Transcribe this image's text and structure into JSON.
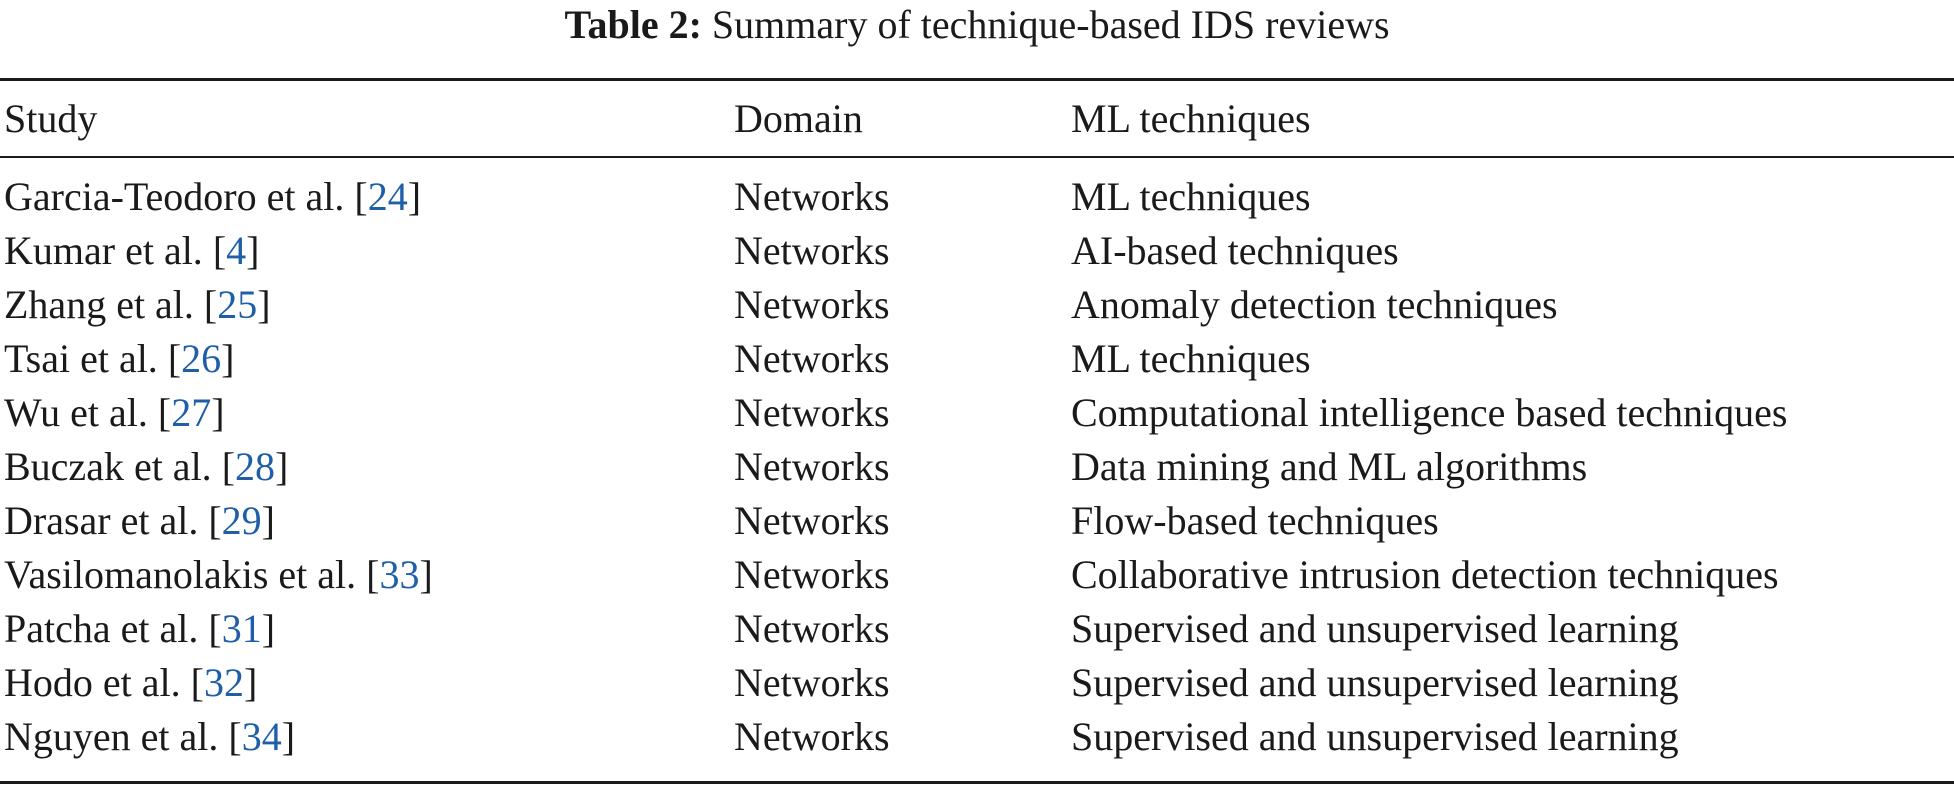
{
  "caption": {
    "label": "Table 2:",
    "text": "Summary of technique-based IDS reviews"
  },
  "table": {
    "headers": [
      "Study",
      "Domain",
      "ML techniques"
    ],
    "rows": [
      {
        "author": "Garcia-Teodoro et al.",
        "ref": "24",
        "domain": "Networks",
        "technique": "ML techniques"
      },
      {
        "author": "Kumar et al.",
        "ref": "4",
        "domain": "Networks",
        "technique": "AI-based techniques"
      },
      {
        "author": "Zhang et al.",
        "ref": "25",
        "domain": "Networks",
        "technique": "Anomaly detection techniques"
      },
      {
        "author": "Tsai et al.",
        "ref": "26",
        "domain": "Networks",
        "technique": "ML techniques"
      },
      {
        "author": "Wu et al.",
        "ref": "27",
        "domain": "Networks",
        "technique": "Computational intelligence based techniques"
      },
      {
        "author": "Buczak et al.",
        "ref": "28",
        "domain": "Networks",
        "technique": "Data mining and ML algorithms"
      },
      {
        "author": "Drasar et al.",
        "ref": "29",
        "domain": "Networks",
        "technique": "Flow-based techniques"
      },
      {
        "author": "Vasilomanolakis et al.",
        "ref": "33",
        "domain": "Networks",
        "technique": "Collaborative intrusion detection techniques"
      },
      {
        "author": "Patcha et al.",
        "ref": "31",
        "domain": "Networks",
        "technique": "Supervised and unsupervised learning"
      },
      {
        "author": "Hodo et al.",
        "ref": "32",
        "domain": "Networks",
        "technique": "Supervised and unsupervised learning"
      },
      {
        "author": "Nguyen et al.",
        "ref": "34",
        "domain": "Networks",
        "technique": "Supervised and unsupervised learning"
      }
    ]
  },
  "colors": {
    "text": "#1a1a1a",
    "reference_link": "#1f5fa8",
    "background": "#ffffff"
  }
}
